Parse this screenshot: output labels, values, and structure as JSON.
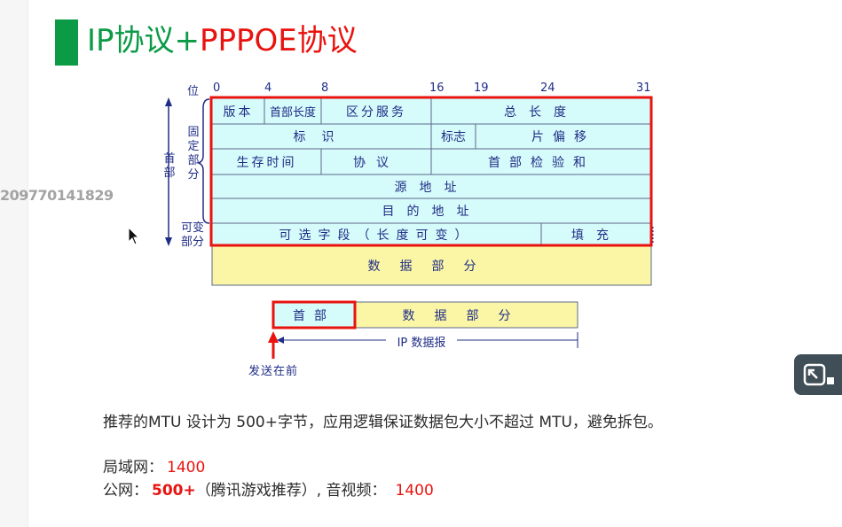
{
  "slide": {
    "title_part1": "IP协议+",
    "title_part2": "PPPOE协议",
    "watermark": "209770141829"
  },
  "diagram": {
    "bit_label": "位",
    "bit_positions": [
      "0",
      "4",
      "8",
      "16",
      "19",
      "24",
      "31"
    ],
    "header_label": "首部",
    "fixed_label": "固定部分",
    "variable_label": "可变部分",
    "fields": {
      "version": "版本",
      "header_length": "首部长度",
      "service": "区分服务",
      "total_length": "总长度",
      "identification": "标识",
      "flags": "标志",
      "fragment_offset": "片偏移",
      "ttl": "生存时间",
      "protocol": "协议",
      "checksum": "首部检验和",
      "source": "源地址",
      "destination": "目的地址",
      "options": "可选字段（长度可变）",
      "padding": "填充",
      "data": "数据部分"
    },
    "packet": {
      "header": "首部",
      "data": "数据部分",
      "datagram_label": "IP 数据报",
      "sent_first": "发送在前"
    }
  },
  "body": {
    "line1": "推荐的MTU 设计为 500+字节，应用逻辑保证数据包大小不超过 MTU，避免拆包。",
    "lan_label": "局域网：",
    "lan_value": "1400",
    "wan_label": "公网：",
    "wan_value": "500+",
    "wan_note": "（腾讯游戏推荐）, 音视频：",
    "av_value": "1400"
  },
  "colors": {
    "green": "#0b9a45",
    "red": "#e8130f",
    "cyan": "#d6fbfb",
    "yellow": "#fbf6a6",
    "navy": "#1f2d86"
  }
}
